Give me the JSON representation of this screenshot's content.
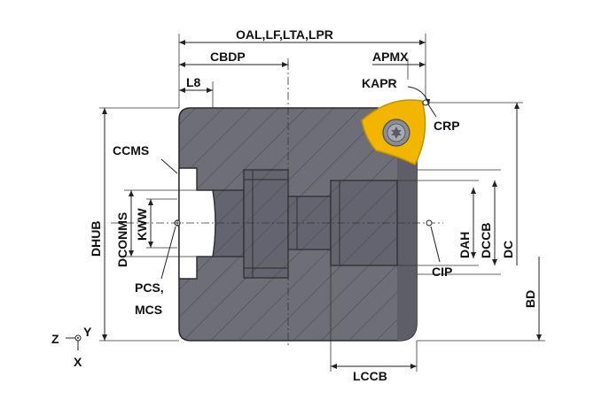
{
  "diagram": {
    "labels": {
      "oal": "OAL,LF,LTA,LPR",
      "cbdp": "CBDP",
      "apmx": "APMX",
      "l8": "L8",
      "kapr": "KAPR",
      "crp": "CRP",
      "ccms": "CCMS",
      "dhub": "DHUB",
      "dconms": "DCONMS",
      "kww": "KWW",
      "dah": "DAH",
      "dccb": "DCCB",
      "dc": "DC",
      "cip": "CIP",
      "pcs": "PCS,",
      "mcs": "MCS",
      "bd": "BD",
      "lccb": "LCCB",
      "axis_z": "Z",
      "axis_y": "Y",
      "axis_x": "X"
    },
    "colors": {
      "body": "#6e6e78",
      "body_dark": "#5a5a64",
      "hatch": "#4b4b55",
      "insert": "#f2b600",
      "insert_edge": "#c48f00",
      "screw": "#9a9aa2"
    },
    "icons": {
      "insert": "trigon-insert-icon",
      "screw": "torx-screw-icon"
    }
  }
}
